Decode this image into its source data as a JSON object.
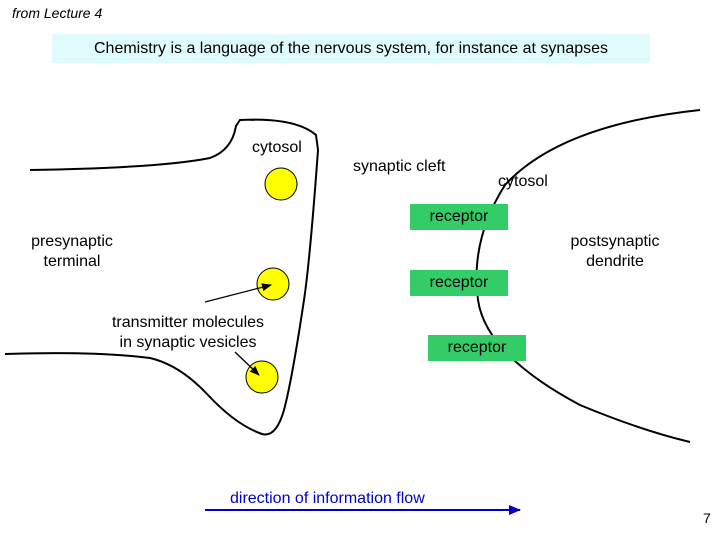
{
  "header": {
    "lecture_ref": "from Lecture 4",
    "title": "Chemistry is a language of the nervous system, for instance at synapses"
  },
  "labels": {
    "cytosol_pre": "cytosol",
    "synaptic_cleft": "synaptic cleft",
    "cytosol_post": "cytosol",
    "presynaptic_line1": "presynaptic",
    "presynaptic_line2": "terminal",
    "postsynaptic_line1": "postsynaptic",
    "postsynaptic_line2": "dendrite",
    "transmitter_line1": "transmitter molecules",
    "transmitter_line2": "in synaptic vesicles"
  },
  "receptors": [
    "receptor",
    "receptor",
    "receptor"
  ],
  "flow": {
    "label": "direction of information flow"
  },
  "footer": {
    "page_number": "7"
  },
  "colors": {
    "title_bg": "#e0fbfb",
    "vesicle_fill": "#ffff00",
    "receptor_fill": "#33cc66",
    "flow_arrow": "#0000cc"
  }
}
